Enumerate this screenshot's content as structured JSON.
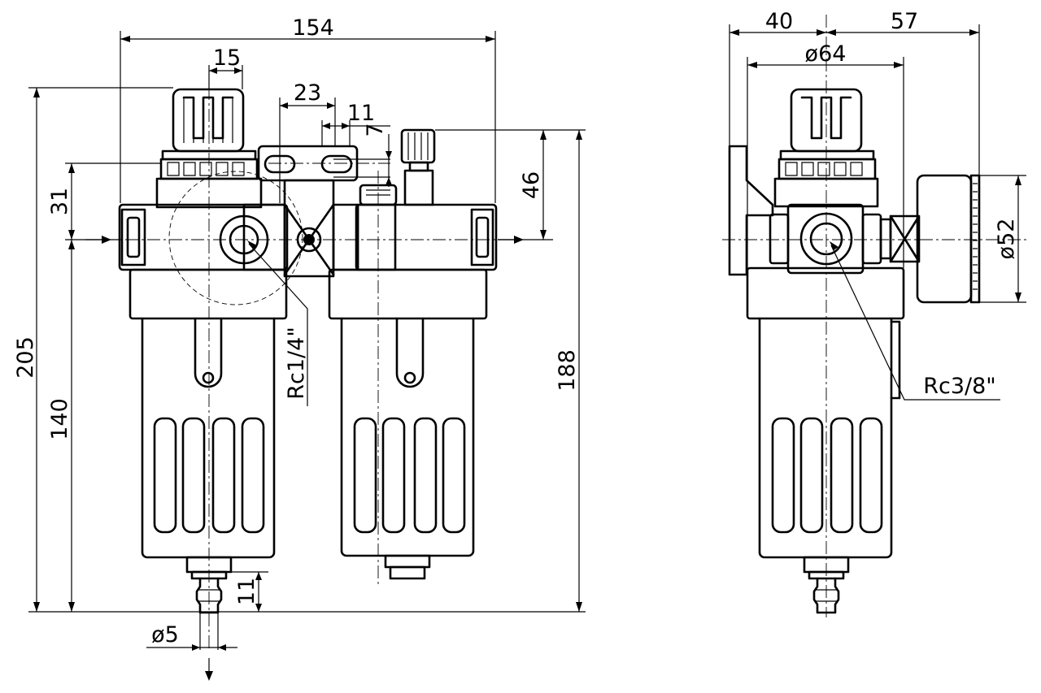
{
  "drawing": {
    "front_view": {
      "overall_width": "154",
      "gauge_knob_width": "15",
      "bracket_slot_spacing": "23",
      "lubricator_adjust_width": "11",
      "bracket_offset": "7",
      "lubricator_height": "46",
      "regulator_to_port_height": "31",
      "overall_height": "205",
      "bowl_height": "140",
      "lubricator_overall_height": "188",
      "drain_height": "11",
      "drain_diameter": "ø5",
      "gauge_port_thread": "Rc1/4\""
    },
    "side_view": {
      "bracket_depth": "40",
      "gauge_projection": "57",
      "bowl_diameter": "ø64",
      "gauge_diameter": "ø52",
      "main_port_thread": "Rc3/8\""
    }
  }
}
